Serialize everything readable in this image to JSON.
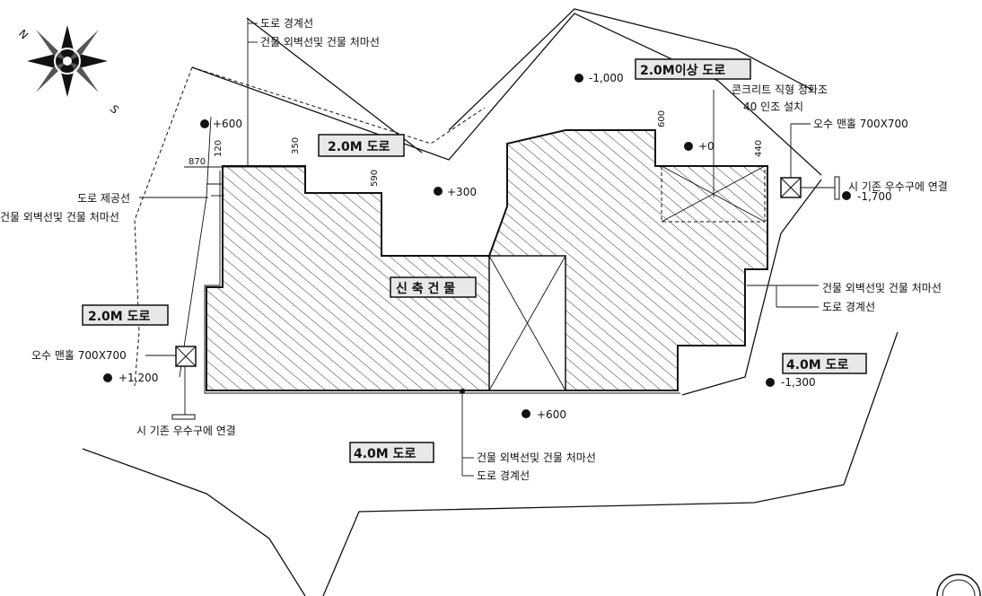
{
  "roads": {
    "road_2m_top": "2.0M 도로",
    "road_2m_above": "2.0M이상 도로",
    "road_2m_left": "2.0M 도로",
    "road_4m_right": "4.0M 도로",
    "road_4m_bottom": "4.0M 도로"
  },
  "building": {
    "label": "신 축 건 물"
  },
  "elevations": {
    "top_left": "+600",
    "top_middle": "-1,000",
    "valley": "+300",
    "right_zero": "+0",
    "right_edge": "-1,700",
    "left": "+1,200",
    "bottom": "+600",
    "lower_right": "-1,300"
  },
  "dimensions": {
    "d120": "120",
    "d870": "870",
    "d350": "350",
    "d590": "590",
    "d600": "600",
    "d440": "440"
  },
  "callouts": {
    "top_road_boundary": "도로 경계선",
    "top_building_setback": "건물 외벽선및 건물 처마선",
    "left_road_provision": "도로 제공선",
    "left_building_setback": "건물 외벽선및 건물 처마선",
    "concrete_retaining_1": "콘크리트 직형 정화조",
    "concrete_retaining_2": "40 인조 설치",
    "manhole_right": "오수 맨홀 700X700",
    "existing_sewer_right": "시 기존 우수구에 연결",
    "right_building_setback": "건물 외벽선및 건물 처마선",
    "right_road_boundary": "도로 경계선",
    "manhole_left": "오수 맨홀 700X700",
    "existing_sewer_left": "시 기존 우수구에 연결",
    "bottom_building_setback": "건물 외벽선및 건물 처마선",
    "bottom_road_boundary": "도로 경계선"
  },
  "compass": {
    "north": "N",
    "south": "S"
  }
}
